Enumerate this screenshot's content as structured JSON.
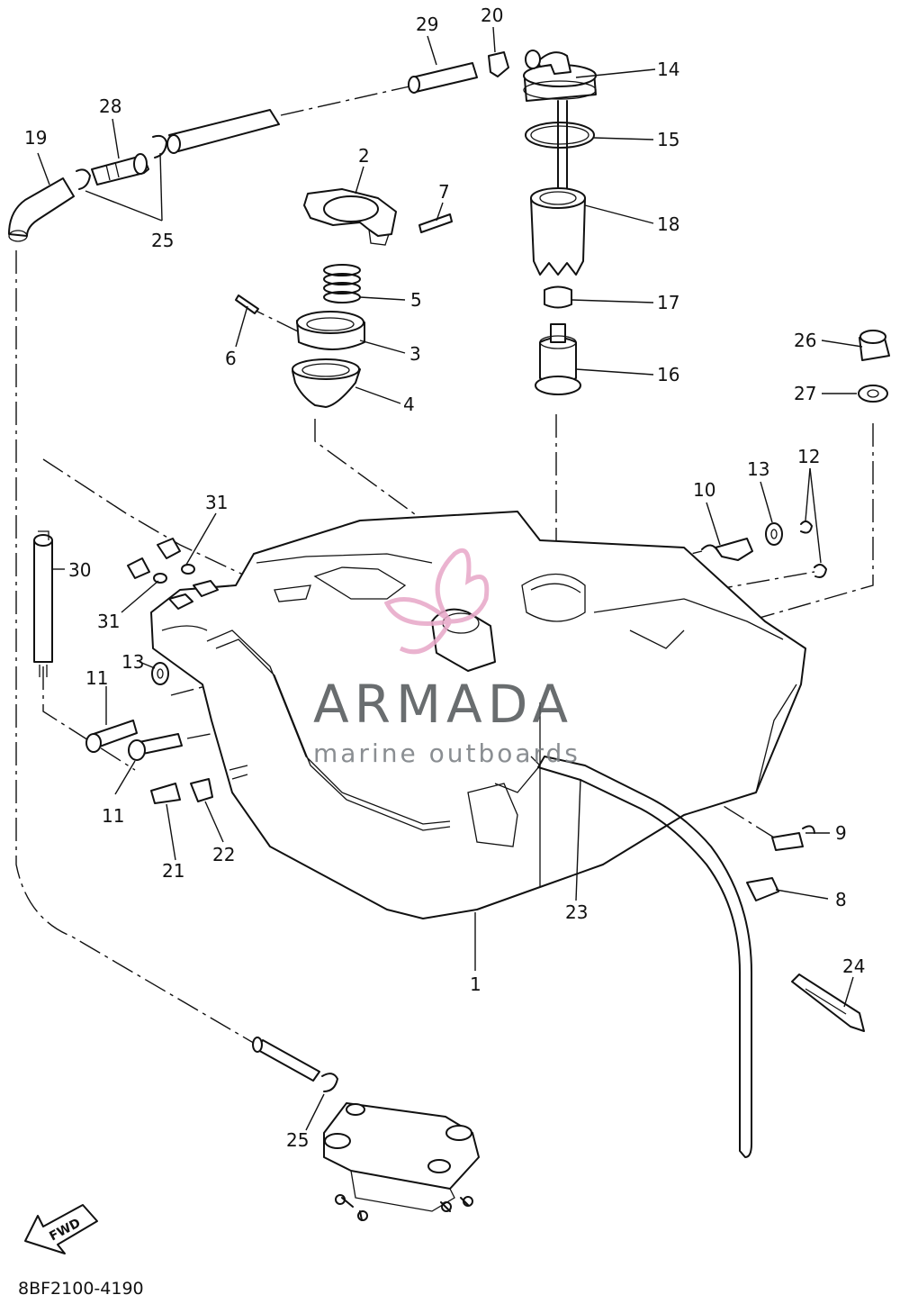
{
  "diagram_code": "8BF2100-4190",
  "watermark": {
    "brand": "ARMADA",
    "tagline": "marine outboards",
    "accent_color": "#e8a9c9",
    "text_color": "#55595c"
  },
  "fwd_label": "FWD",
  "callouts": {
    "c1": "1",
    "c2": "2",
    "c3": "3",
    "c4": "4",
    "c5": "5",
    "c6": "6",
    "c7": "7",
    "c8": "8",
    "c9": "9",
    "c10": "10",
    "c11a": "11",
    "c11b": "11",
    "c12": "12",
    "c13a": "13",
    "c13b": "13",
    "c14": "14",
    "c15": "15",
    "c16": "16",
    "c17": "17",
    "c18": "18",
    "c19": "19",
    "c20": "20",
    "c21": "21",
    "c22": "22",
    "c23": "23",
    "c24": "24",
    "c25a": "25",
    "c25b": "25",
    "c26": "26",
    "c27": "27",
    "c28": "28",
    "c29": "29",
    "c30": "30",
    "c31a": "31",
    "c31b": "31"
  }
}
